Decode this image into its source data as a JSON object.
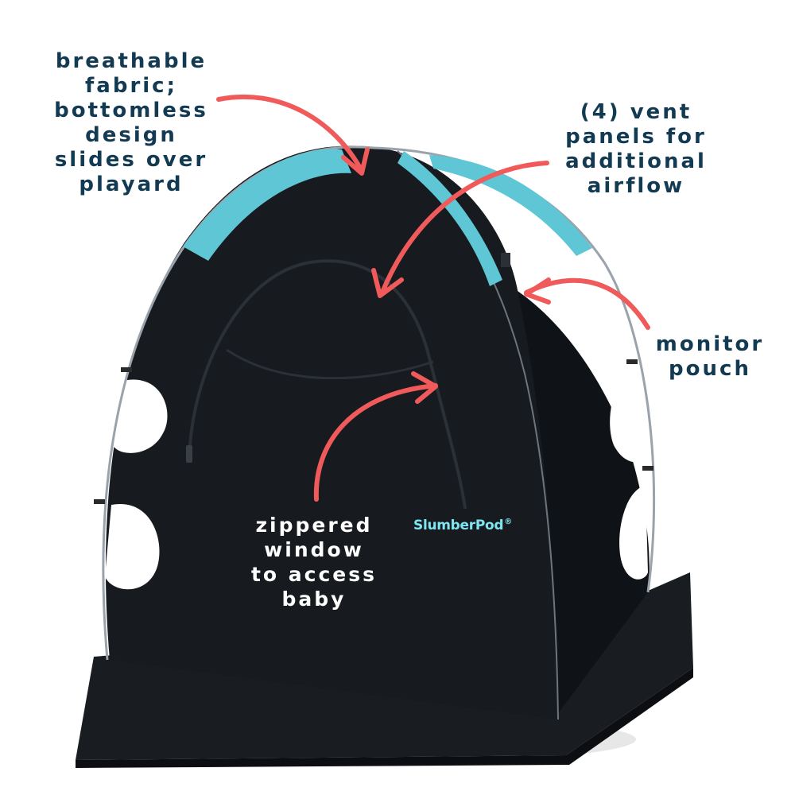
{
  "product": {
    "brand": "SlumberPod",
    "registered_mark": "®"
  },
  "callouts": {
    "fabric": [
      "breathable",
      "fabric;",
      "bottomless",
      "design",
      "slides over",
      "playard"
    ],
    "vents": [
      "(4) vent",
      "panels for",
      "additional",
      "airflow"
    ],
    "pouch": [
      "monitor",
      "pouch"
    ],
    "window": [
      "zippered",
      "window",
      "to access",
      "baby"
    ]
  },
  "colors": {
    "tent_body": "#14171c",
    "accent_trim": "#5ec6d4",
    "arrow": "#f05a5a",
    "label_text": "#123a52",
    "brand_text": "#7ee6f0"
  },
  "icons": {
    "arrow": "curved-arrow-icon"
  }
}
